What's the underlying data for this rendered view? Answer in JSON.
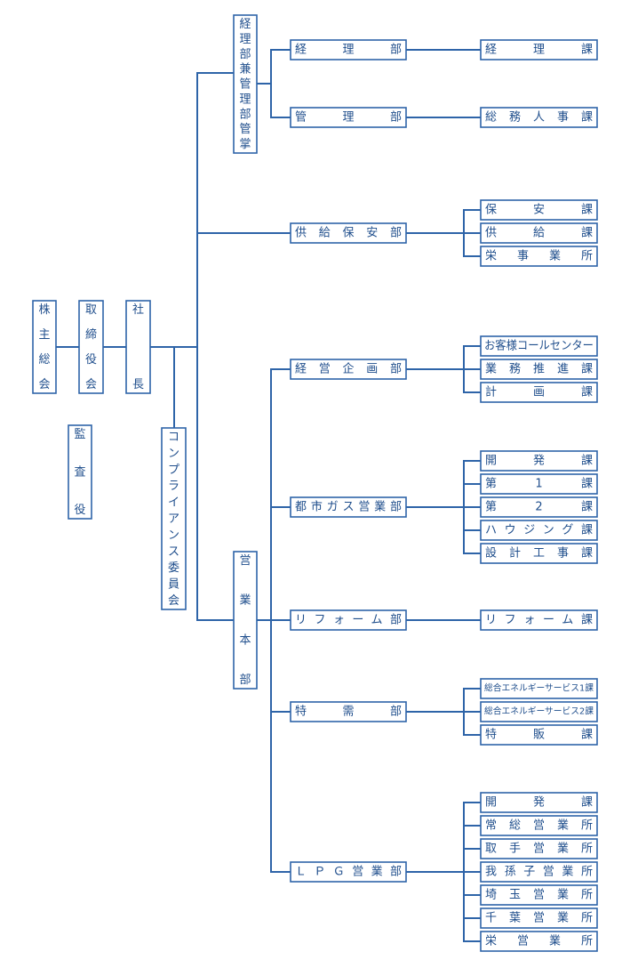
{
  "diagram": {
    "line_color": "#2e64a8",
    "text_color": "#1f4e8c",
    "nodes": {
      "shareholders": "株主総会",
      "board": "取締役会",
      "president": "社長",
      "auditor": "監査役",
      "compliance": "コンプライアンス委員会",
      "finance_admin_mgmt": "経理部兼管理部管掌",
      "sales_hq": "営業本部",
      "dept_accounting": "経理部",
      "dept_admin": "管理部",
      "dept_supply_safety": "供給保安部",
      "dept_planning": "経営企画部",
      "dept_city_gas": "都市ガス営業部",
      "dept_reform": "リフォーム部",
      "dept_special": "特需部",
      "dept_lpg": "ＬＰＧ営業部",
      "sec_accounting": "経理課",
      "sec_general_hr": "総務人事課",
      "sec_safety": "保安課",
      "sec_supply": "供給課",
      "sec_sakae_works": "栄事業所",
      "sec_call_center": "お客様コールセンター",
      "sec_biz_promo": "業務推進課",
      "sec_planning": "計画課",
      "sec_development_a": "開発課",
      "sec_sales1": "第1課",
      "sec_sales2": "第2課",
      "sec_housing": "ハウジング課",
      "sec_design_works": "設計工事課",
      "sec_reform": "リフォーム課",
      "sec_energy1": "総合エネルギーサービス1課",
      "sec_energy2": "総合エネルギーサービス2課",
      "sec_special_sales": "特販課",
      "sec_development_b": "開発課",
      "sec_joso": "常総営業所",
      "sec_toride": "取手営業所",
      "sec_abiko": "我孫子営業所",
      "sec_saitama": "埼玉営業所",
      "sec_chiba": "千葉営業所",
      "sec_sakae_office": "栄営業所"
    }
  }
}
